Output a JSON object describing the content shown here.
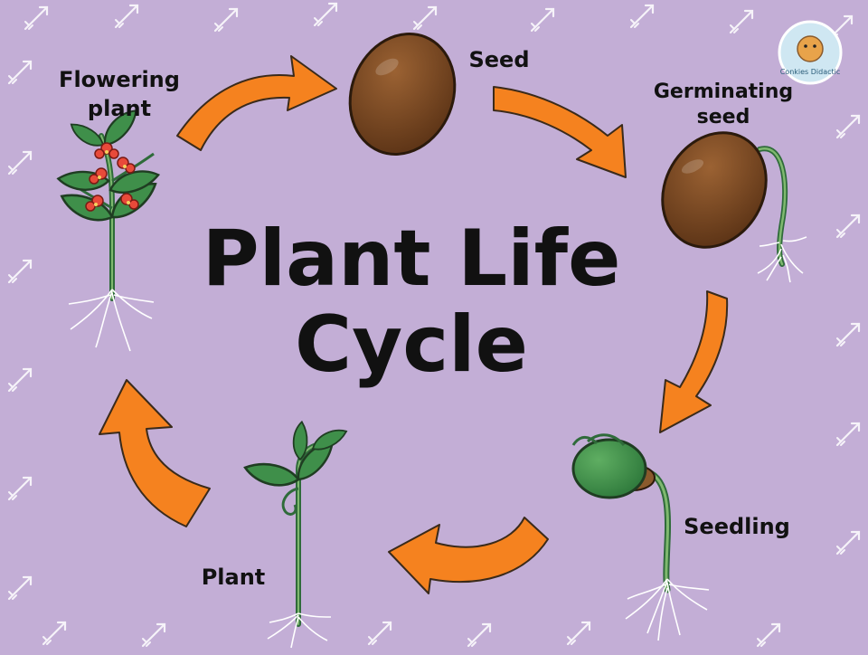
{
  "title_line1": "Plant Life",
  "title_line2": "Cycle",
  "stages": {
    "seed": "Seed",
    "germinating_line1": "Germinating",
    "germinating_line2": "seed",
    "seedling": "Seedling",
    "plant": "Plant",
    "flowering_line1": "Flowering",
    "flowering_line2": "plant"
  },
  "logo": {
    "text": "Conkies Didactic"
  },
  "colors": {
    "background": "#c3aed6",
    "pattern": "#ffffff",
    "arrow": "#f5821f",
    "seed": "#7a4a22",
    "leaf": "#3f8f4a",
    "stem": "#2f6b3a",
    "flower": "#e84a3a"
  }
}
